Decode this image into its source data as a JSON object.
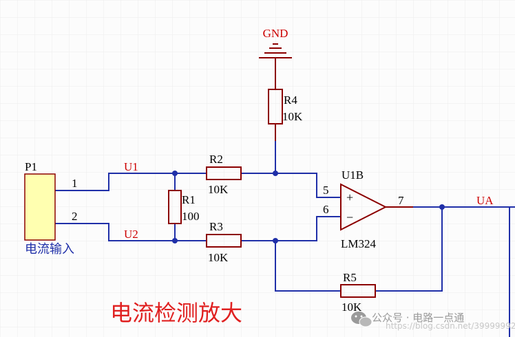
{
  "grid_color": "#ececec",
  "wire_color": "#1f2fa8",
  "part_color": "#8b0000",
  "label_red": "#cc0000",
  "label_dark": "#000000",
  "net_blue": "#1f2fa8",
  "connector_fill": "#ffffb0",
  "gnd": {
    "label": "GND"
  },
  "r4": {
    "ref": "R4",
    "value": "10K"
  },
  "r2": {
    "ref": "R2",
    "value": "10K"
  },
  "r1": {
    "ref": "R1",
    "value": "100"
  },
  "r3": {
    "ref": "R3",
    "value": "10K"
  },
  "r5": {
    "ref": "R5",
    "value": "10K"
  },
  "p1": {
    "ref": "P1",
    "pin1": "1",
    "pin2": "2",
    "description": "电流输入"
  },
  "nets": {
    "u1": "U1",
    "u2": "U2",
    "ua": "UA"
  },
  "opamp": {
    "ref": "U1B",
    "part": "LM324",
    "pin_noninv": "5",
    "pin_inv": "6",
    "pin_out": "7",
    "plus": "+",
    "minus": "−"
  },
  "title": "电流检测放大",
  "watermark": "公众号 · 电路一点通",
  "watermark_url": "https://blog.csdn.net/39999992"
}
